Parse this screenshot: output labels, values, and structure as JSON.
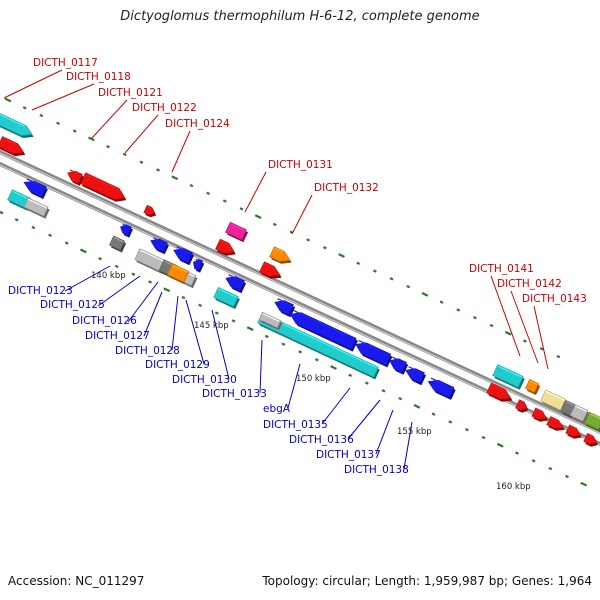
{
  "title": "Dictyoglomus thermophilum H-6-12, complete genome",
  "footer": {
    "accession": "Accession: NC_011297",
    "stats": "Topology: circular; Length: 1,959,987 bp; Genes: 1,964"
  },
  "colors": {
    "forward_label": "#cc0000",
    "reverse_label": "#0000cc",
    "backbone": "#888888",
    "tick": "#2a7a2a",
    "red": "#ee1111",
    "blue": "#1a1aee",
    "cyan": "#22cccc",
    "magenta": "#ee2299",
    "orange": "#ff8800",
    "gray": "#bbbbbb",
    "darkgray": "#777777",
    "khaki": "#eee09a",
    "olive": "#77aa33"
  },
  "scale_labels": [
    "140 kbp",
    "145 kbp",
    "150 kbp",
    "155 kbp",
    "160 kbp"
  ],
  "forward_labels": [
    "DICTH_0117",
    "DICTH_0118",
    "DICTH_0121",
    "DICTH_0122",
    "DICTH_0124",
    "DICTH_0131",
    "DICTH_0132",
    "DICTH_0141",
    "DICTH_0142",
    "DICTH_0143"
  ],
  "reverse_labels": [
    "DICTH_0123",
    "DICTH_0125",
    "DICTH_0126",
    "DICTH_0127",
    "DICTH_0128",
    "DICTH_0129",
    "DICTH_0130",
    "DICTH_0133",
    "ebgA",
    "DICTH_0135",
    "DICTH_0136",
    "DICTH_0137",
    "DICTH_0138"
  ]
}
